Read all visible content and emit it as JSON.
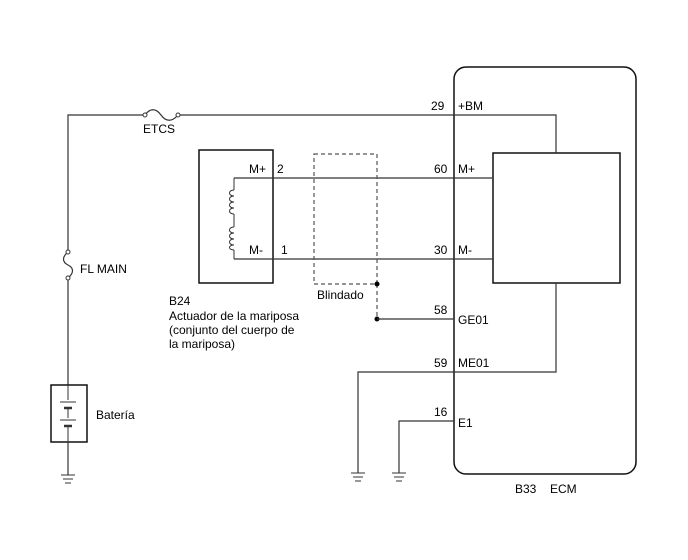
{
  "ecm": {
    "connector": "B33",
    "name": "ECM",
    "pins": [
      {
        "num": "29",
        "label": "+BM"
      },
      {
        "num": "60",
        "label": "M+"
      },
      {
        "num": "30",
        "label": "M-"
      },
      {
        "num": "58",
        "label": "GE01"
      },
      {
        "num": "59",
        "label": "ME01"
      },
      {
        "num": "16",
        "label": "E1"
      }
    ]
  },
  "actuator": {
    "connector": "B24",
    "desc_line1": "Actuador de la mariposa",
    "desc_line2": "(conjunto del cuerpo de",
    "desc_line3": "la mariposa)",
    "pin_mplus_label": "M+",
    "pin_mplus_num": "2",
    "pin_mminus_label": "M-",
    "pin_mminus_num": "1"
  },
  "shield_label": "Blindado",
  "fuses": {
    "etcs": "ETCS",
    "fl_main": "FL MAIN"
  },
  "battery_label": "Batería"
}
